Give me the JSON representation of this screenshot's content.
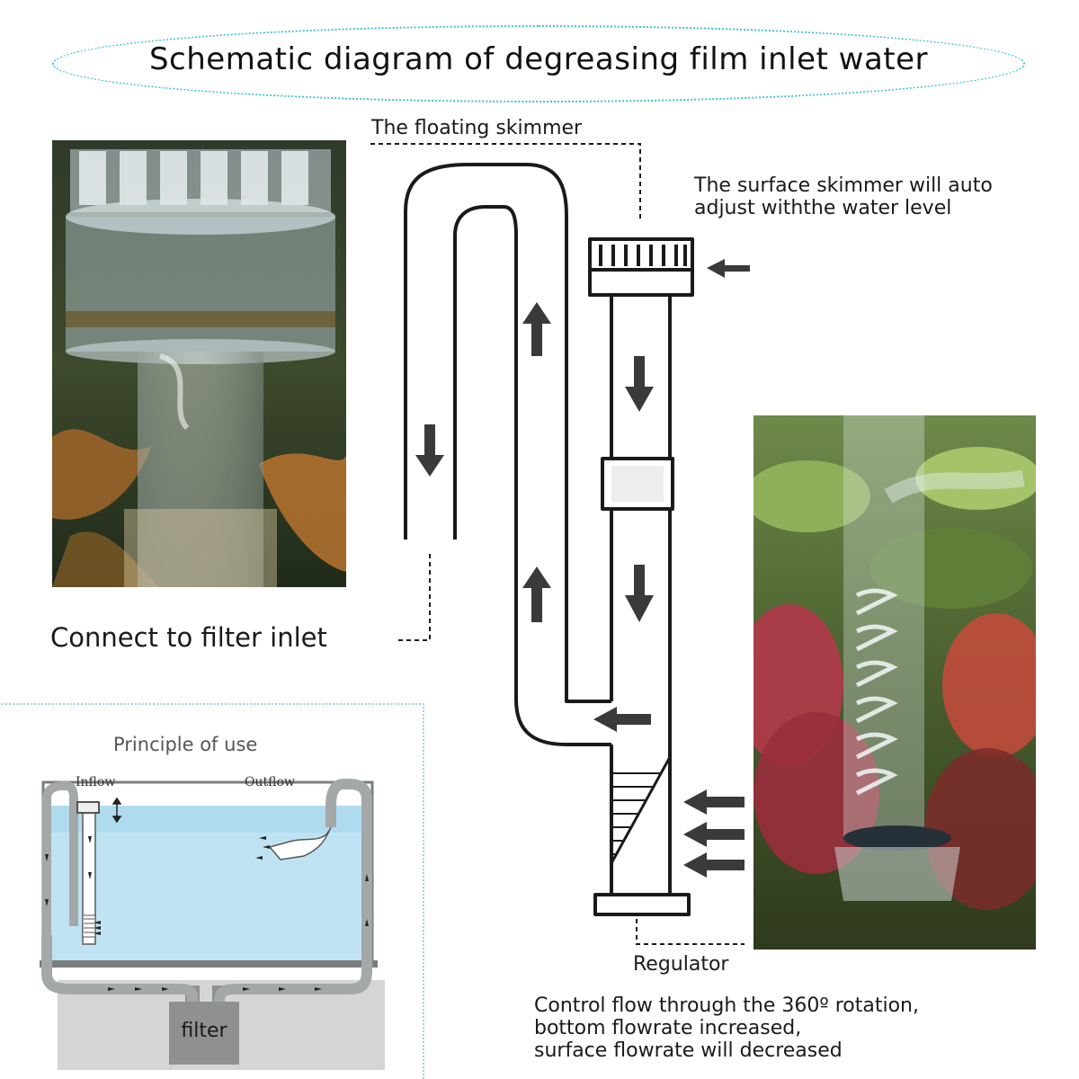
{
  "title": "Schematic diagram of degreasing film inlet water",
  "labels": {
    "floating_skimmer": "The floating skimmer",
    "auto_adjust_line1": "The surface skimmer will auto",
    "auto_adjust_line2": "adjust withthe water level",
    "connect_filter": "Connect to filter inlet",
    "regulator": "Regulator",
    "control_line1": "Control flow through the 360º rotation,",
    "control_line2": "bottom flowrate increased,",
    "control_line3": "surface flowrate will decreased"
  },
  "principle": {
    "heading": "Principle of use",
    "inflow": "Inflow",
    "outflow": "Outflow",
    "filter": "filter"
  },
  "colors": {
    "accent": "#3bbfd6",
    "arrow": "#3a3a3a",
    "water": "#bfe3f3"
  }
}
